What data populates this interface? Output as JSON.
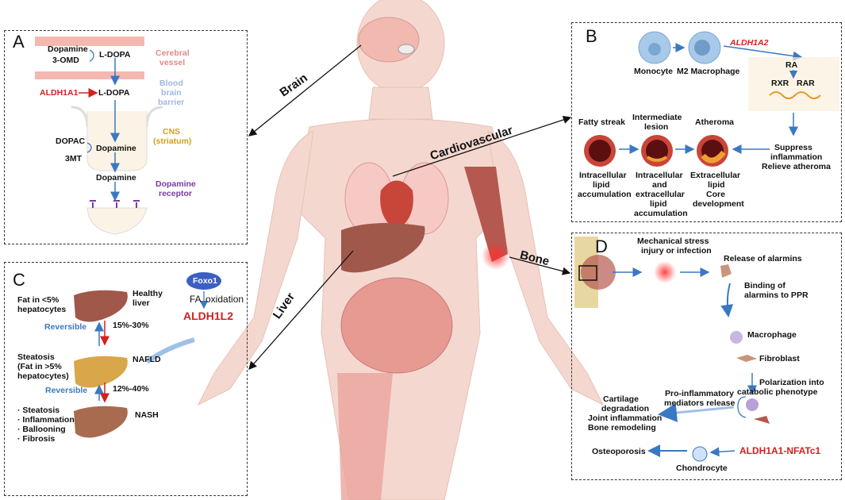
{
  "regions": {
    "brain": "Brain",
    "cardiovascular": "Cardiovascular",
    "liver": "Liver",
    "bone": "Bone"
  },
  "panelA": {
    "letter": "A",
    "dopamine": "Dopamine",
    "omd": "3-OMD",
    "ldopa1": "L-DOPA",
    "ldopa2": "L-DOPA",
    "cerebral1": "Cerebral",
    "cerebral2": "vessel",
    "bbb1": "Blood",
    "bbb2": "brain",
    "bbb3": "barrier",
    "aldh": "ALDH1A1",
    "cns1": "CNS",
    "cns2": "(striatum)",
    "dopac": "DOPAC",
    "dopamine2": "Dopamine",
    "mt": "3MT",
    "dopamine3": "Dopamine",
    "receptor1": "Dopamine",
    "receptor2": "receptor"
  },
  "panelB": {
    "letter": "B",
    "monocyte": "Monocyte",
    "macrophage": "M2 Macrophage",
    "aldh": "ALDH1A2",
    "ra": "RA",
    "rxr": "RXR",
    "rar": "RAR",
    "suppress1": "Suppress",
    "suppress2": "inflammation",
    "suppress3": "Relieve atheroma",
    "fatty": "Fatty streak",
    "inter1": "Intermediate",
    "inter2": "lesion",
    "atheroma": "Atheroma",
    "intra1": "Intracellular",
    "intra2": "lipid",
    "intra3": "accumulation",
    "mix1": "Intracellular",
    "mix2": "and",
    "mix3": "extracellular",
    "mix4": "lipid",
    "mix5": "accumulation",
    "extra1": "Extracellular",
    "extra2": "lipid",
    "extra3": "Core",
    "extra4": "development"
  },
  "panelC": {
    "letter": "C",
    "fat1": "Fat in <5%",
    "fat2": "hepatocytes",
    "healthy1": "Healthy",
    "healthy2": "liver",
    "foxo": "Foxo1",
    "fa": "FA",
    "oxidation": "oxidation",
    "aldh": "ALDH1L2",
    "reversible1": "Reversible",
    "pct1": "15%-30%",
    "steatosis1": "Steatosis",
    "steatosis2": "(Fat in >5%",
    "steatosis3": "hepatocytes)",
    "nafld": "NAFLD",
    "reversible2": "Reversible",
    "pct2": "12%-40%",
    "b1": "· Steatosis",
    "b2": "· Inflammation",
    "b3": "· Ballooning",
    "b4": "· Fibrosis",
    "nash": "NASH"
  },
  "panelD": {
    "letter": "D",
    "mech1": "Mechanical stress",
    "mech2": "injury or infection",
    "release": "Release of alarmins",
    "binding1": "Binding of",
    "binding2": "alarmins to PPR",
    "macrophage": "Macrophage",
    "fibroblast": "Fibroblast",
    "polar1": "Polarization into",
    "polar2": "catabolic phenotype",
    "pro1": "Pro-inflammatory",
    "pro2": "mediators release",
    "cart1": "Cartilage",
    "cart2": "degradation",
    "cart3": "Joint inflammation",
    "cart4": "Bone remodeling",
    "aldh": "ALDH1A1-NFATc1",
    "osteo": "Osteoporosis",
    "chondro": "Chondrocyte"
  }
}
